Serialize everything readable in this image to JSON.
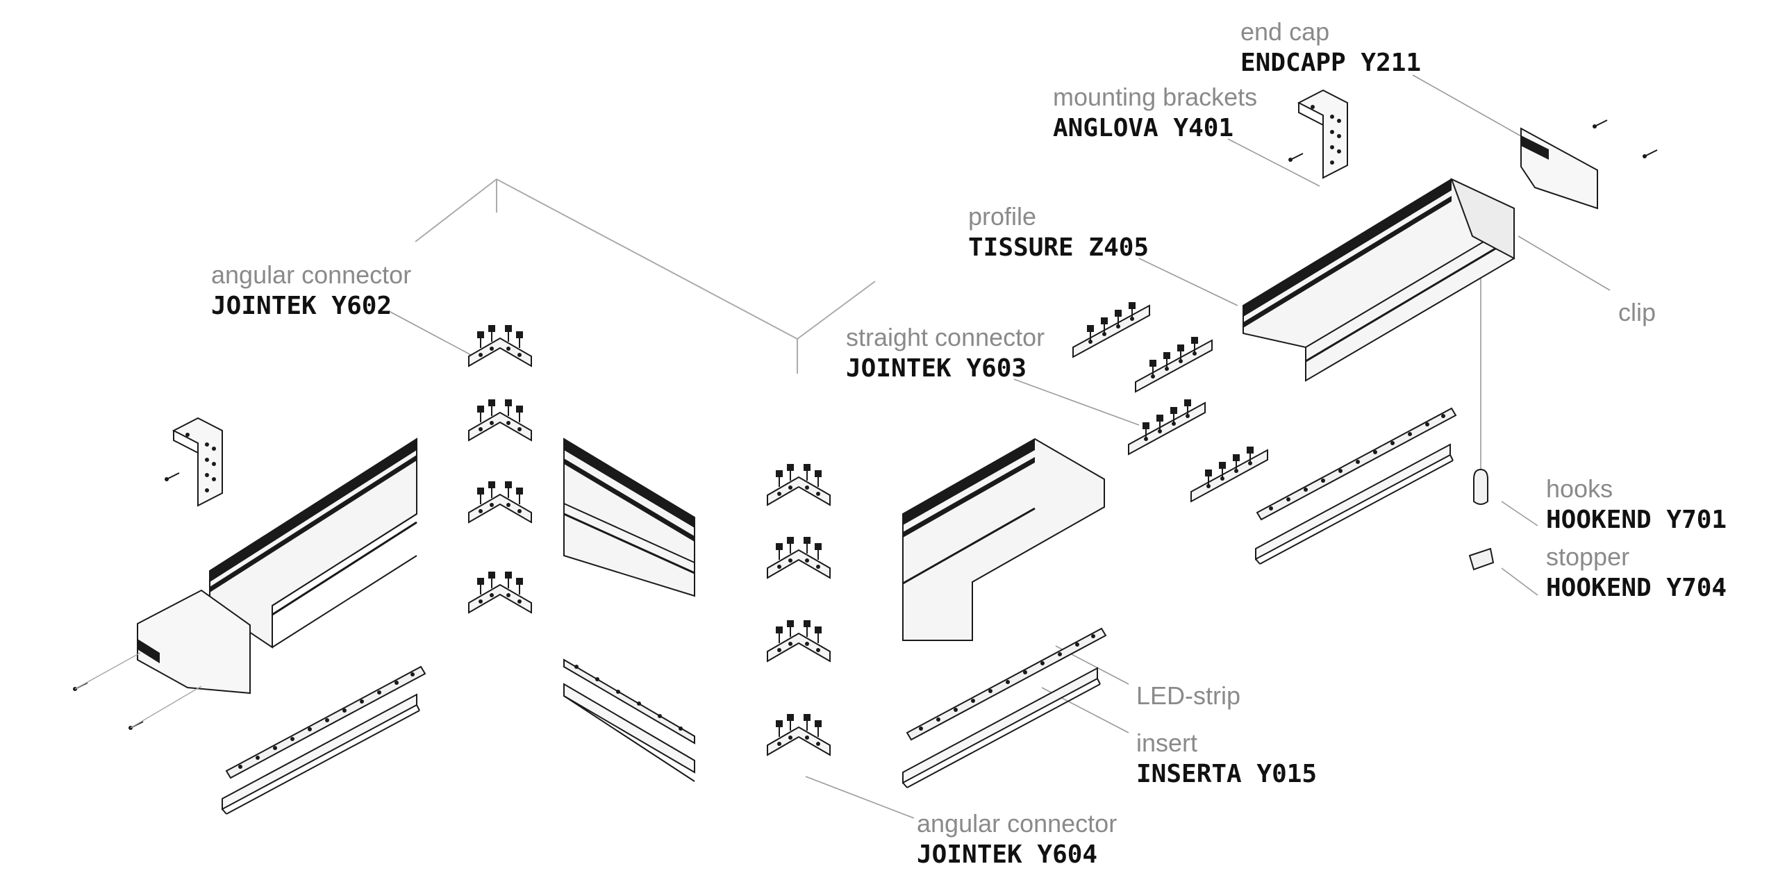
{
  "diagram": {
    "callouts": {
      "end_cap": {
        "name": "end cap",
        "code": "ENDCAPP Y211"
      },
      "mounting_brackets": {
        "name": "mounting brackets",
        "code": "ANGLOVA Y401"
      },
      "profile": {
        "name": "profile",
        "code": "TISSURE Z405"
      },
      "angular_connector_y602": {
        "name": "angular connector",
        "code": "JOINTEK Y602"
      },
      "straight_connector": {
        "name": "straight connector",
        "code": "JOINTEK Y603"
      },
      "clip": {
        "name": "clip",
        "code": ""
      },
      "hooks": {
        "name": "hooks",
        "code": "HOOKEND Y701"
      },
      "stopper": {
        "name": "stopper",
        "code": "HOOKEND Y704"
      },
      "led_strip": {
        "name": "LED-strip",
        "code": ""
      },
      "insert": {
        "name": "insert",
        "code": "INSERTA Y015"
      },
      "angular_connector_y604": {
        "name": "angular connector",
        "code": "JOINTEK Y604"
      }
    },
    "colors": {
      "line": "#1a1a1a",
      "leader": "#9a9a9a",
      "label": "#8a8a8a",
      "code": "#111111",
      "background": "#ffffff"
    }
  }
}
